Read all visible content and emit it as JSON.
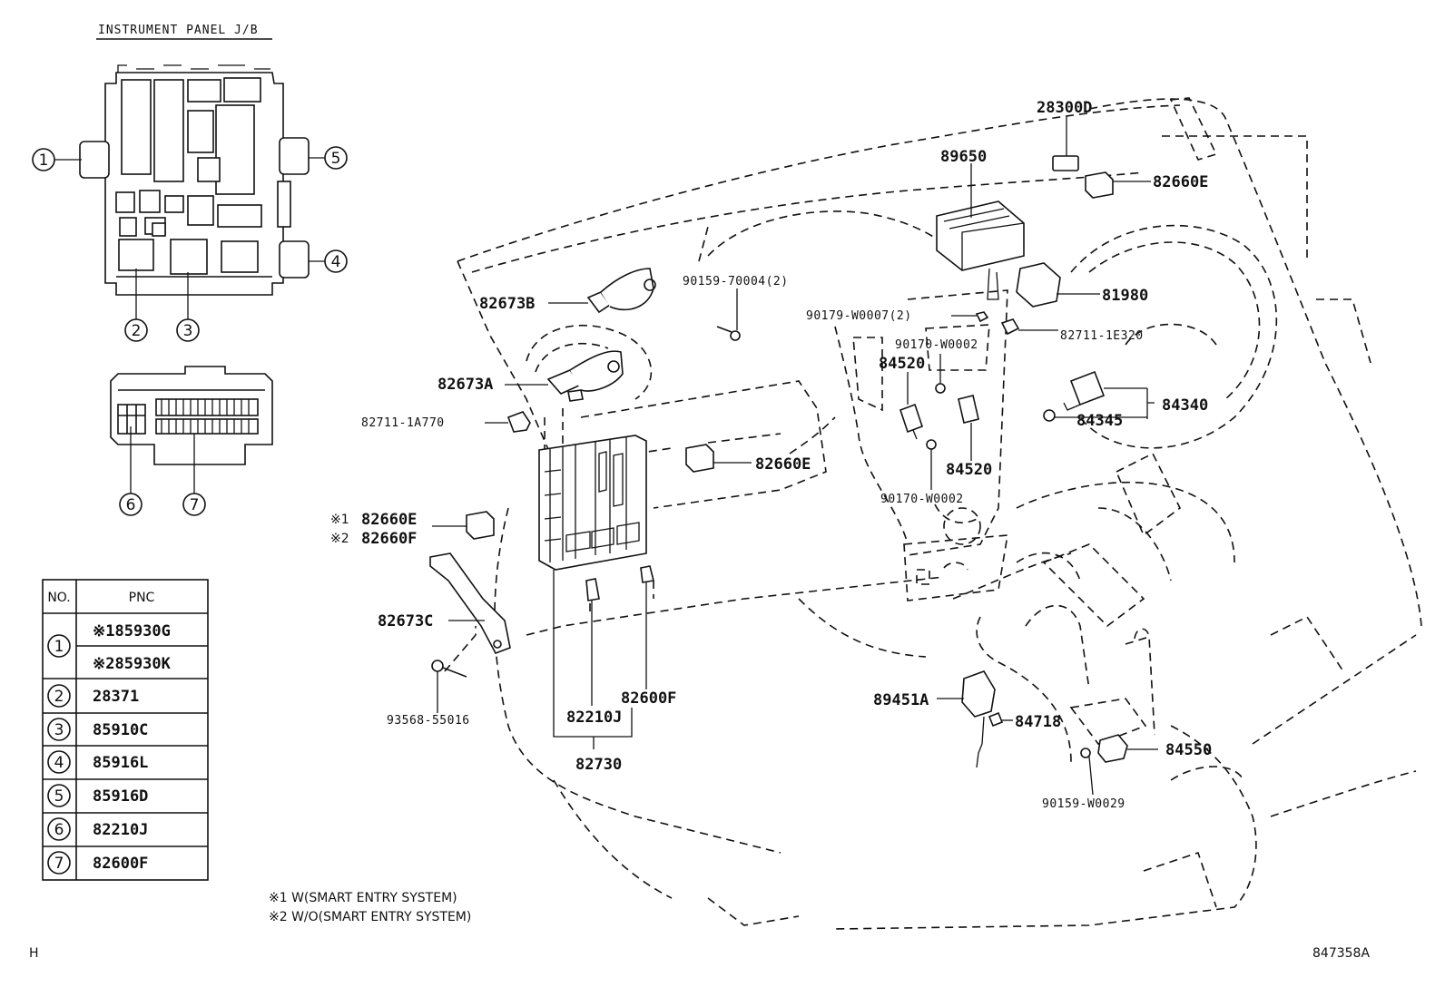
{
  "header": {
    "title": "INSTRUMENT PANEL J/B"
  },
  "callouts": {
    "p28300D": "28300D",
    "p89650": "89650",
    "p82660E_top": "82660E",
    "p90159_70004": "90159-70004(2)",
    "p82673B": "82673B",
    "p81980": "81980",
    "p90179_W0007": "90179-W0007(2)",
    "p82711_1E320": "82711-1E320",
    "p90170_W0002_a": "90170-W0002",
    "p84520_a": "84520",
    "p82673A": "82673A",
    "p84340": "84340",
    "p84345": "84345",
    "p82711_1A770": "82711-1A770",
    "p82660E_mid": "82660E",
    "p84520_b": "84520",
    "p90170_W0002_b": "90170-W0002",
    "p82660E_note": "82660E",
    "p82660F_note": "82660F",
    "p82673C": "82673C",
    "p82600F": "82600F",
    "p89451A": "89451A",
    "p82210J": "82210J",
    "p84718": "84718",
    "p93568_55016": "93568-55016",
    "p84550": "84550",
    "p82730": "82730",
    "p90159_W0029": "90159-W0029"
  },
  "markers": {
    "m1": "※1",
    "m2": "※2"
  },
  "circled": {
    "c1": "1",
    "c2": "2",
    "c3": "3",
    "c4": "4",
    "c5": "5",
    "c6": "6",
    "c7": "7"
  },
  "table": {
    "col_no": "NO.",
    "col_pnc": "PNC",
    "rows": [
      {
        "no": "1",
        "pnc": [
          "※185930G",
          "※285930K"
        ]
      },
      {
        "no": "2",
        "pnc": [
          "28371"
        ]
      },
      {
        "no": "3",
        "pnc": [
          "85910C"
        ]
      },
      {
        "no": "4",
        "pnc": [
          "85916L"
        ]
      },
      {
        "no": "5",
        "pnc": [
          "85916D"
        ]
      },
      {
        "no": "6",
        "pnc": [
          "82210J"
        ]
      },
      {
        "no": "7",
        "pnc": [
          "82600F"
        ]
      }
    ]
  },
  "notes": {
    "n1": "※1  W(SMART ENTRY SYSTEM)",
    "n2": "※2  W/O(SMART ENTRY SYSTEM)"
  },
  "footer": {
    "left": "H",
    "right": "847358A"
  }
}
